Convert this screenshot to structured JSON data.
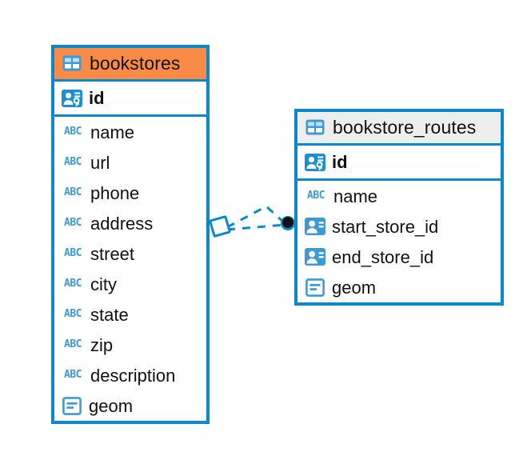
{
  "diagram": {
    "type": "entity-relationship-diagram",
    "background_color": "#ffffff",
    "accent_color": "#0b88cd",
    "highlight_color": "#f98b46",
    "entities": [
      {
        "name": "bookstores",
        "header_style": "accent-orange",
        "icon": "table-icon",
        "fields": [
          {
            "name": "id",
            "icon": "primary-key-icon",
            "type": "pk"
          },
          {
            "name": "name",
            "icon": "text-abc-icon",
            "type": "text"
          },
          {
            "name": "url",
            "icon": "text-abc-icon",
            "type": "text"
          },
          {
            "name": "phone",
            "icon": "text-abc-icon",
            "type": "text"
          },
          {
            "name": "address",
            "icon": "text-abc-icon",
            "type": "text"
          },
          {
            "name": "street",
            "icon": "text-abc-icon",
            "type": "text"
          },
          {
            "name": "city",
            "icon": "text-abc-icon",
            "type": "text"
          },
          {
            "name": "state",
            "icon": "text-abc-icon",
            "type": "text"
          },
          {
            "name": "zip",
            "icon": "text-abc-icon",
            "type": "text"
          },
          {
            "name": "description",
            "icon": "text-abc-icon",
            "type": "text"
          },
          {
            "name": "geom",
            "icon": "geometry-icon",
            "type": "geometry"
          }
        ]
      },
      {
        "name": "bookstore_routes",
        "header_style": "accent-gray",
        "icon": "table-icon",
        "fields": [
          {
            "name": "id",
            "icon": "primary-key-icon",
            "type": "pk"
          },
          {
            "name": "name",
            "icon": "text-abc-icon",
            "type": "text"
          },
          {
            "name": "start_store_id",
            "icon": "foreign-key-icon",
            "type": "fk"
          },
          {
            "name": "end_store_id",
            "icon": "foreign-key-icon",
            "type": "fk"
          },
          {
            "name": "geom",
            "icon": "geometry-icon",
            "type": "geometry"
          }
        ]
      }
    ],
    "relationship": {
      "style": "dashed",
      "color": "#0b88cd",
      "source_marker": "rhombus-marker",
      "target_marker": "filled-circle-marker",
      "branch_count": 2
    },
    "icon_labels": {
      "text_abc": "ABC"
    }
  }
}
